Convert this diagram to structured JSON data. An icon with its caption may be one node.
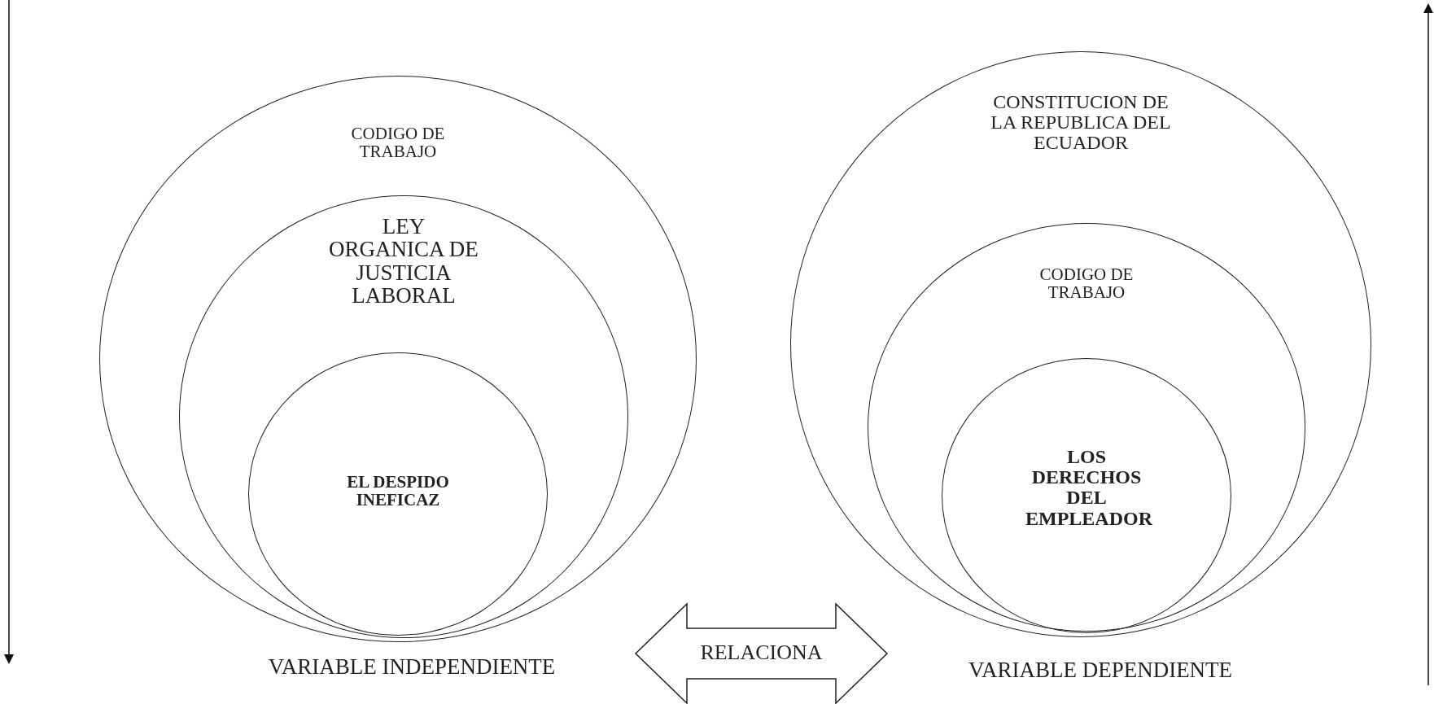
{
  "diagram": {
    "nodes": [
      {
        "text": [
          "CODIGO DE TRABAJO"
        ],
        "beside": [
          "VARIABLE INDEPENDIENTE"
        ]
      },
      {
        "text": [
          "LEY ORGANICA DE JUSTICIA LABORAL"
        ],
        "in": 0
      },
      {
        "text": [
          "EL DESPIDO INEFICAZ"
        ],
        "in": 1
      },
      {
        "text": [
          "CONSTITUCION DE LA REPUBLICA DEL ECUADOR"
        ],
        "beside": [
          "VARIABLE DEPENDIENTE"
        ]
      },
      {
        "text": [
          "CODIGO DE TRABAJO"
        ],
        "in": 3
      },
      {
        "text": [
          "LOS DERECHOS DEL EMPLEADOR"
        ],
        "in": 4
      }
    ],
    "edges": [
      {
        "from": 0,
        "to": 3,
        "arrow": "both",
        "label": "RELACIONA"
      }
    ]
  }
}
